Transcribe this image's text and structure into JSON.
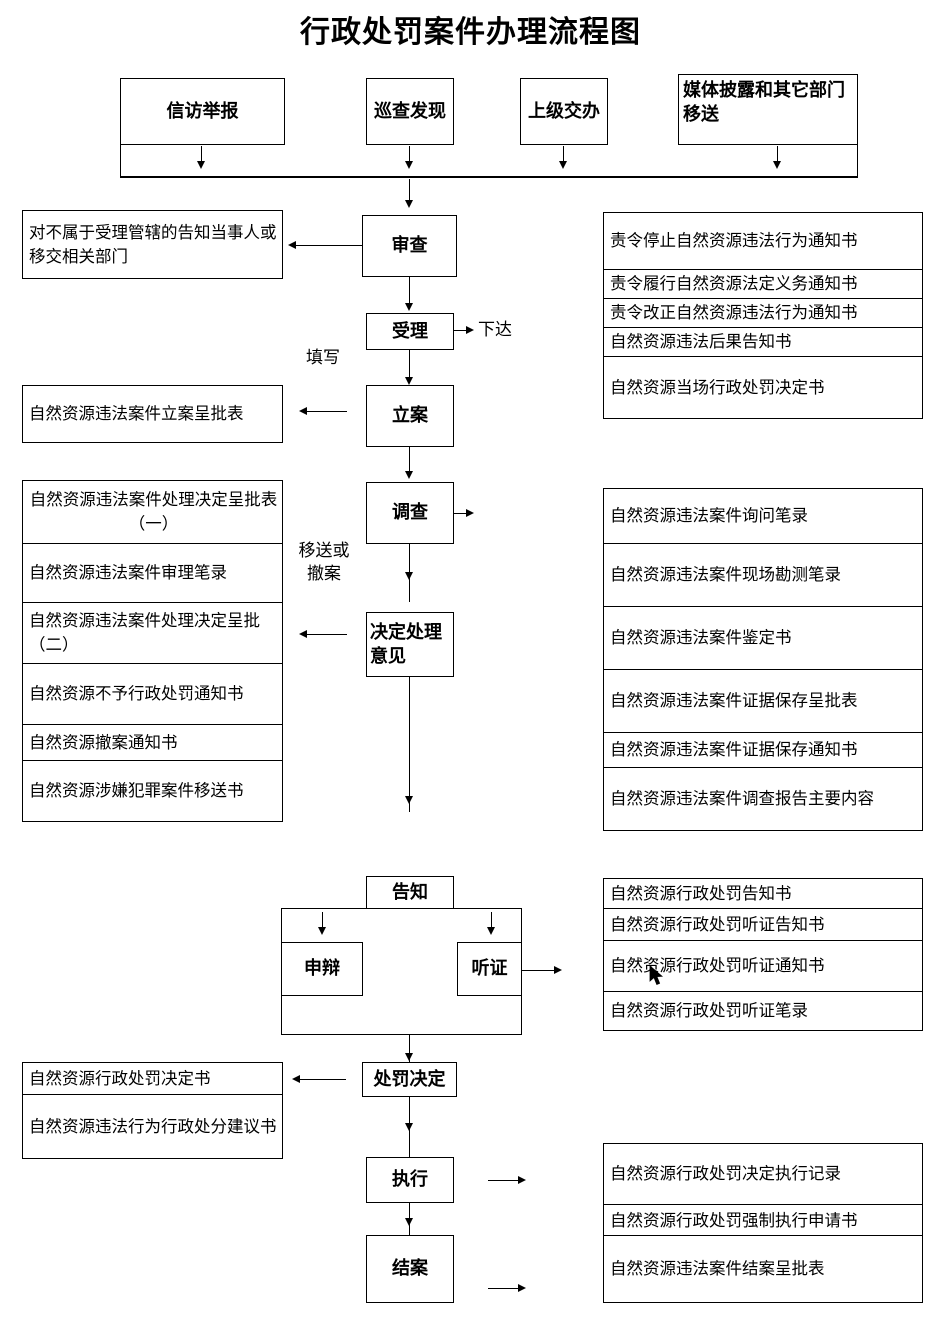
{
  "title": "行政处罚案件办理流程图",
  "sources": [
    {
      "id": "xinfang",
      "label": "信访举报"
    },
    {
      "id": "xuncha",
      "label": "巡查发现"
    },
    {
      "id": "shangji",
      "label": "上级交办"
    },
    {
      "id": "meiti",
      "label": "媒体披露和其它部门移送"
    }
  ],
  "process_nodes": [
    {
      "id": "shencha",
      "label": "审查"
    },
    {
      "id": "shouli",
      "label": "受理"
    },
    {
      "id": "lian",
      "label": "立案"
    },
    {
      "id": "diaocha",
      "label": "调查"
    },
    {
      "id": "jueding",
      "label": "决定处理意见"
    },
    {
      "id": "gaozhi",
      "label": "告知"
    },
    {
      "id": "shenbian",
      "label": "申辩"
    },
    {
      "id": "tingzheng",
      "label": "听证"
    },
    {
      "id": "chufa",
      "label": "处罚决定"
    },
    {
      "id": "zhixing",
      "label": "执行"
    },
    {
      "id": "jiean",
      "label": "结案"
    }
  ],
  "connector_labels": [
    {
      "id": "xiada",
      "label": "下达"
    },
    {
      "id": "tianxie",
      "label": "填写"
    },
    {
      "id": "yisong",
      "label": "移送或\n撤案"
    }
  ],
  "left_outputs": {
    "not_accepted": "  对不属于受理管辖的告知当事人或移交相关部门",
    "filing_forms": [
      "自然资源违法案件立案呈批表"
    ],
    "decision_docs": [
      "自然资源违法案件处理决定呈批表（一）",
      "自然资源违法案件审理笔录",
      "自然资源违法案件处理决定呈批（二）",
      "自然资源不予行政处罚通知书",
      "自然资源撤案通知书",
      "自然资源涉嫌犯罪案件移送书"
    ],
    "penalty_docs": [
      "自然资源行政处罚决定书",
      "自然资源违法行为行政处分建议书"
    ]
  },
  "right_outputs": {
    "acceptance_docs": [
      "责令停止自然资源违法行为通知书",
      "责令履行自然资源法定义务通知书",
      "责令改正自然资源违法行为通知书",
      "自然资源违法后果告知书",
      "自然资源当场行政处罚决定书"
    ],
    "investigation_docs": [
      "自然资源违法案件询问笔录",
      "自然资源违法案件现场勘测笔录",
      "自然资源违法案件鉴定书",
      "自然资源违法案件证据保存呈批表",
      "自然资源违法案件证据保存通知书",
      "自然资源违法案件调查报告主要内容"
    ],
    "notice_docs": [
      "自然资源行政处罚告知书",
      "自然资源行政处罚听证告知书",
      "自然资源行政处罚听证通知书",
      "自然资源行政处罚听证笔录"
    ],
    "execution_docs": [
      "自然资源行政处罚决定执行记录",
      "自然资源行政处罚强制执行申请书"
    ],
    "closing_docs": [
      "自然资源违法案件结案呈批表"
    ]
  },
  "icons": {
    "arrow_down": "arrow-down-icon",
    "arrow_left": "arrow-left-icon",
    "arrow_right": "arrow-right-icon",
    "cursor": "mouse-cursor-icon"
  }
}
